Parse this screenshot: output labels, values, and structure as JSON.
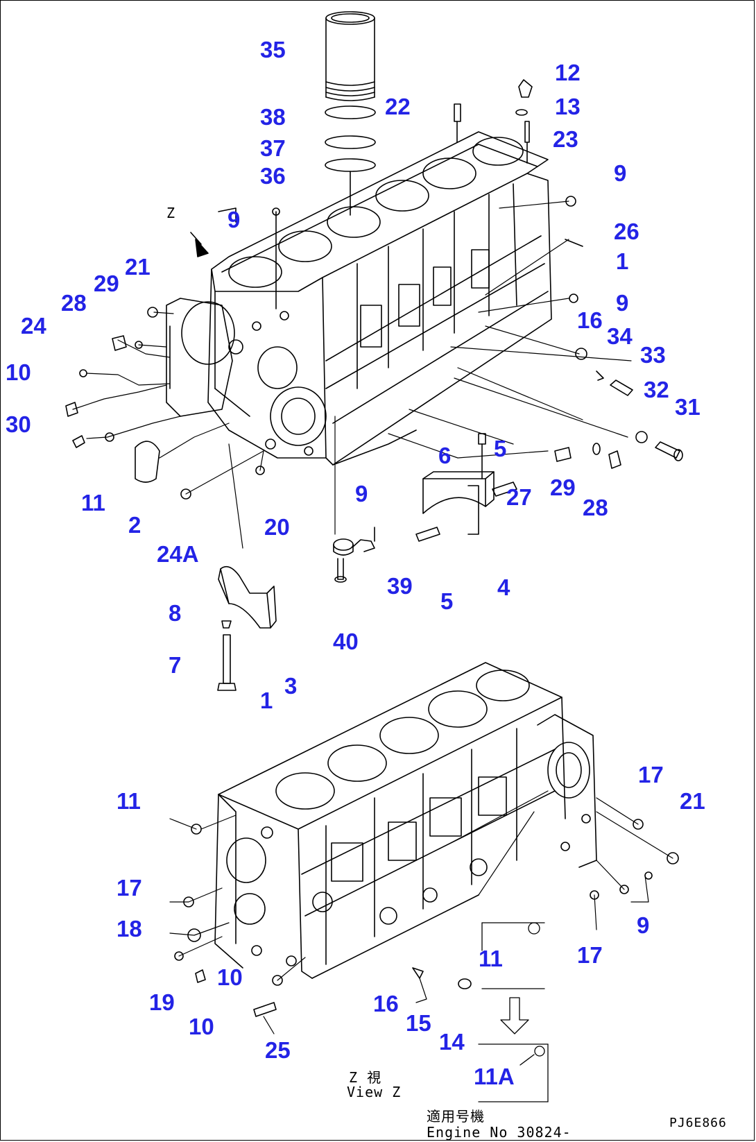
{
  "callouts": {
    "c35": "35",
    "c38": "38",
    "c37": "37",
    "c36": "36",
    "c22": "22",
    "c12": "12",
    "c13": "13",
    "c23": "23",
    "c9_top_right": "9",
    "c26": "26",
    "c1_upper": "1",
    "c9_mid_right": "9",
    "c16_upper": "16",
    "c34": "34",
    "c33": "33",
    "c32": "32",
    "c31": "31",
    "c9_top_left": "9",
    "c21_upper": "21",
    "c29_left": "29",
    "c28_left": "28",
    "c24": "24",
    "c10_upper": "10",
    "c30": "30",
    "c11_upper": "11",
    "c2": "2",
    "c24a": "24A",
    "c20": "20",
    "c9_center": "9",
    "c6": "6",
    "c5_upper": "5",
    "c27": "27",
    "c29_right": "29",
    "c28_right": "28",
    "c39": "39",
    "c5_lower": "5",
    "c4": "4",
    "c40": "40",
    "c8": "8",
    "c7": "7",
    "c3": "3",
    "c1_lower": "1",
    "c11_left_lower": "11",
    "c17_right": "17",
    "c21_lower": "21",
    "c17_left": "17",
    "c18": "18",
    "c9_lower": "9",
    "c17_bottom": "17",
    "c11_view": "11",
    "c19": "19",
    "c10_mid": "10",
    "c10_bottom": "10",
    "c16_lower": "16",
    "c15": "15",
    "c14": "14",
    "c25": "25",
    "c11a": "11A"
  },
  "notes": {
    "view_arrow": "Z",
    "view_label_jp": "Z 視",
    "view_label_en": "View Z",
    "serial_jp": "適用号機",
    "serial_en": "Engine No 30824-",
    "drawing_code": "PJ6E866"
  }
}
